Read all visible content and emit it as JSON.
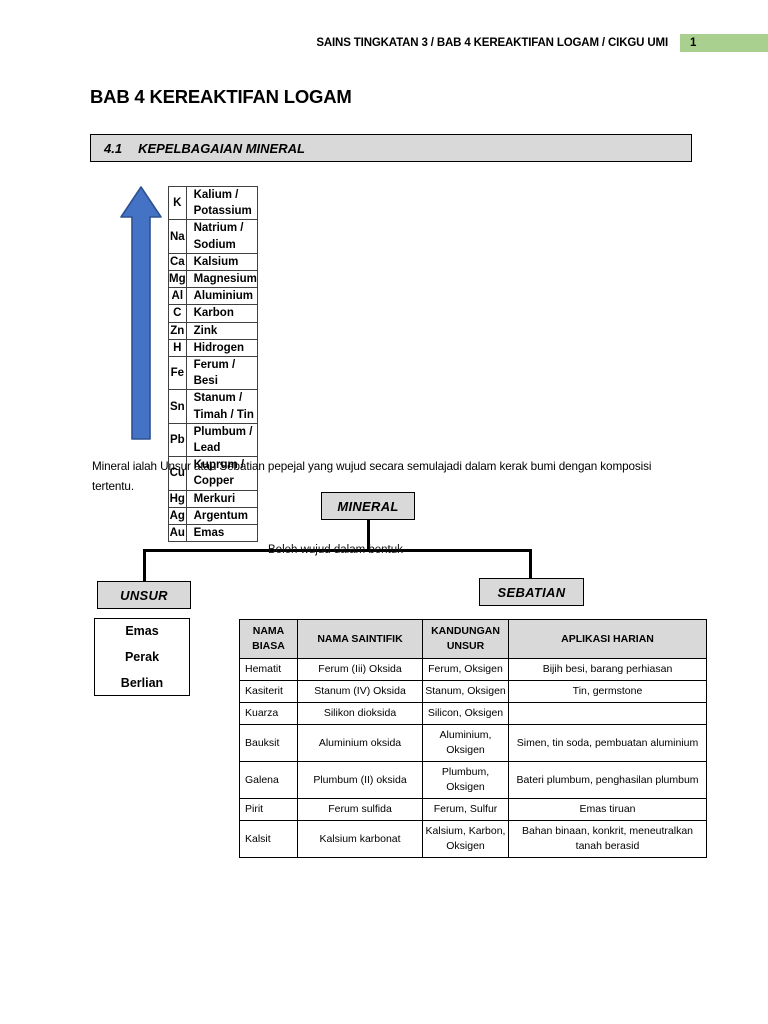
{
  "header": {
    "breadcrumb": "SAINS TINGKATAN 3 / BAB 4 KEREAKTIFAN LOGAM / CIKGU UMI",
    "page_number": "1",
    "badge_color": "#a9d08e"
  },
  "chapter": {
    "title": "BAB 4 KEREAKTIFAN LOGAM"
  },
  "section": {
    "number": "4.1",
    "label": "KEPELBAGAIAN MINERAL",
    "background_color": "#d9d9d9"
  },
  "reactivity_series": {
    "arrow_color": "#4472c4",
    "arrow_outline_color": "#2f528f",
    "rows": [
      {
        "symbol": "K",
        "name": "Kalium / Potassium"
      },
      {
        "symbol": "Na",
        "name": "Natrium / Sodium"
      },
      {
        "symbol": "Ca",
        "name": "Kalsium"
      },
      {
        "symbol": "Mg",
        "name": "Magnesium"
      },
      {
        "symbol": "Al",
        "name": "Aluminium"
      },
      {
        "symbol": "C",
        "name": "Karbon"
      },
      {
        "symbol": "Zn",
        "name": "Zink"
      },
      {
        "symbol": "H",
        "name": "Hidrogen"
      },
      {
        "symbol": "Fe",
        "name": "Ferum / Besi"
      },
      {
        "symbol": "Sn",
        "name": "Stanum / Timah / Tin"
      },
      {
        "symbol": "Pb",
        "name": "Plumbum / Lead"
      },
      {
        "symbol": "Cu",
        "name": "Kuprum / Copper"
      },
      {
        "symbol": "Hg",
        "name": "Merkuri"
      },
      {
        "symbol": "Ag",
        "name": "Argentum"
      },
      {
        "symbol": "Au",
        "name": "Emas"
      }
    ]
  },
  "definition": {
    "text": "Mineral ialah Unsur atau Sebatian pepejal yang wujud secara semulajadi dalam kerak bumi dengan komposisi tertentu."
  },
  "flow_diagram": {
    "root_label": "MINERAL",
    "connector_label": "Boleh wujud dalam bentuk",
    "left_label": "UNSUR",
    "right_label": "SEBATIAN",
    "box_background": "#d9d9d9"
  },
  "unsur_examples": {
    "items": [
      "Emas",
      "Perak",
      "Berlian"
    ]
  },
  "minerals_table": {
    "headers": [
      "NAMA BIASA",
      "NAMA SAINTIFIK",
      "KANDUNGAN UNSUR",
      "APLIKASI HARIAN"
    ],
    "header_lines": [
      [
        "NAMA",
        "BIASA"
      ],
      [
        "NAMA SAINTIFIK"
      ],
      [
        "KANDUNGAN",
        "UNSUR"
      ],
      [
        "APLIKASI HARIAN"
      ]
    ],
    "rows": [
      {
        "nama_biasa": "Hematit",
        "nama_saintifik": "Ferum (Iii) Oksida",
        "kandungan_unsur": "Ferum, Oksigen",
        "aplikasi_harian": "Bijih besi, barang perhiasan"
      },
      {
        "nama_biasa": "Kasiterit",
        "nama_saintifik": "Stanum (IV) Oksida",
        "kandungan_unsur": "Stanum, Oksigen",
        "aplikasi_harian": "Tin, germstone"
      },
      {
        "nama_biasa": "Kuarza",
        "nama_saintifik": "Silikon dioksida",
        "kandungan_unsur": "Silicon, Oksigen",
        "aplikasi_harian": ""
      },
      {
        "nama_biasa": "Bauksit",
        "nama_saintifik": "Aluminium oksida",
        "kandungan_unsur": "Aluminium, Oksigen",
        "aplikasi_harian": "Simen, tin soda, pembuatan aluminium"
      },
      {
        "nama_biasa": "Galena",
        "nama_saintifik": "Plumbum (II) oksida",
        "kandungan_unsur": "Plumbum, Oksigen",
        "aplikasi_harian": "Bateri plumbum, penghasilan plumbum"
      },
      {
        "nama_biasa": "Pirit",
        "nama_saintifik": "Ferum sulfida",
        "kandungan_unsur": "Ferum, Sulfur",
        "aplikasi_harian": "Emas tiruan"
      },
      {
        "nama_biasa": "Kalsit",
        "nama_saintifik": "Kalsium karbonat",
        "kandungan_unsur": "Kalsium, Karbon, Oksigen",
        "aplikasi_harian": "Bahan binaan, konkrit, meneutralkan tanah berasid"
      }
    ]
  }
}
